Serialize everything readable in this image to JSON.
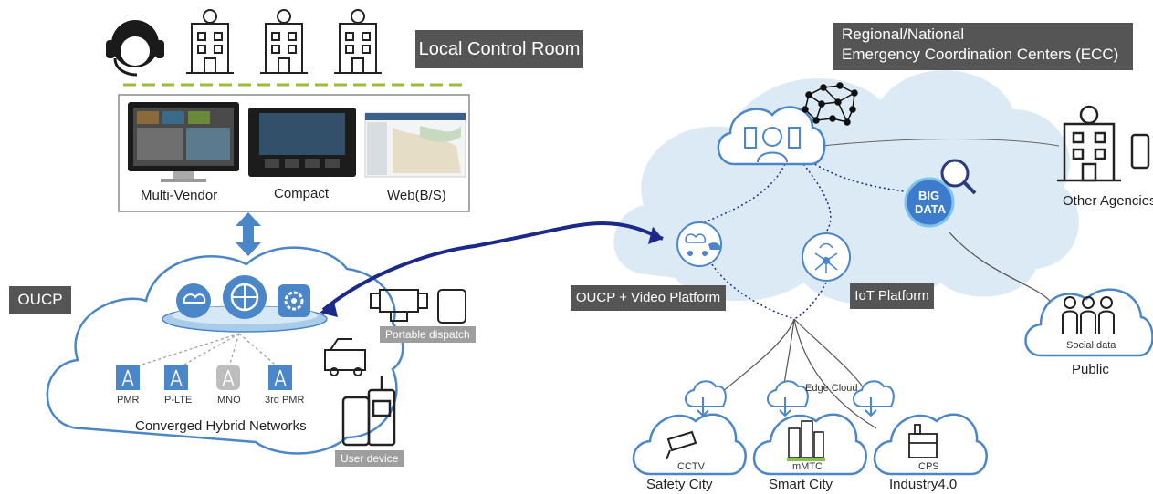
{
  "local": {
    "title": "Local Control Room",
    "clients": [
      "Multi-Vendor",
      "Compact",
      "Web(B/S)"
    ]
  },
  "oucp": {
    "title": "OUCP",
    "networks": [
      "PMR",
      "P-LTE",
      "MNO",
      "3rd PMR"
    ],
    "cloud_label": "Converged Hybrid Networks",
    "portable": "Portable dispatch",
    "user_device": "User device"
  },
  "ecc": {
    "title_line1": "Regional/National",
    "title_line2": "Emergency Coordination Centers (ECC)",
    "video_platform": "OUCP + Video Platform",
    "iot_platform": "IoT Platform",
    "big_data_line1": "BIG",
    "big_data_line2": "DATA",
    "other_agencies": "Other Agencies",
    "social_data": "Social data",
    "public": "Public",
    "edge_cloud": "Edge Cloud"
  },
  "edge": [
    {
      "small": "CCTV",
      "label": "Safety City"
    },
    {
      "small": "mMTC",
      "label": "Smart City"
    },
    {
      "small": "CPS",
      "label": "Industry4.0"
    }
  ],
  "colors": {
    "accent": "#4a86c8",
    "dark_blue": "#1b2a8a",
    "cloud_fill": "#dceaf5",
    "label_bg": "#555555",
    "dashed_green": "#9bbb3a"
  }
}
